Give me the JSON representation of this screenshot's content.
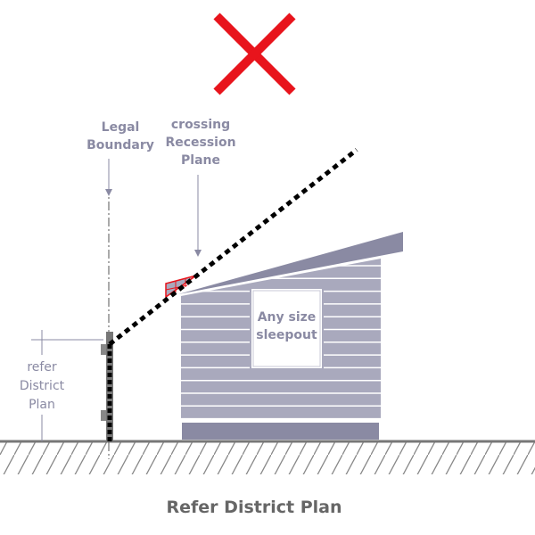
{
  "labels": {
    "legal_boundary": [
      "Legal",
      "Boundary"
    ],
    "recession": [
      "crossing",
      "Recession",
      "Plane"
    ],
    "building": [
      "Any size",
      "sleepout"
    ],
    "height": [
      "refer",
      "District",
      "Plan"
    ],
    "caption": "Refer District Plan"
  },
  "status_icon": "cross-icon",
  "colors": {
    "cross": "#e8141c",
    "building": "#a9a9bd",
    "roof": "#8a8aa3",
    "text": "#8a8aa3",
    "caption": "#666666"
  }
}
